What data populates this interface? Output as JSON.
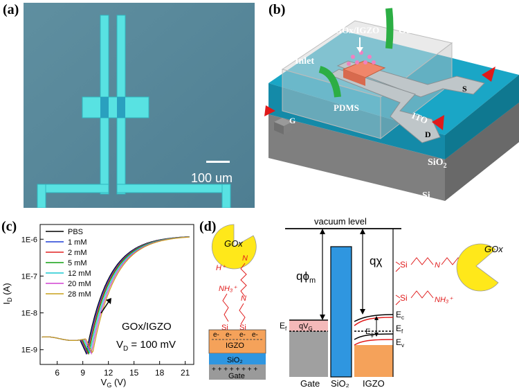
{
  "panels": {
    "a": {
      "label": "(a)",
      "scale_bar": "100 um"
    },
    "b": {
      "label": "(b)",
      "labels": {
        "outlet": "Outlet",
        "inlet": "Inlet",
        "gox_igzo": "GOx/IGZO",
        "pdms": "PDMS",
        "ito": "ITO",
        "sio2": "SiO",
        "sio2_sub": "2",
        "si": "Si",
        "g": "G",
        "s": "S",
        "d": "D"
      }
    },
    "c": {
      "label": "(c)",
      "annotation": "GOx/IGZO",
      "vd_label": "V",
      "vd_sub": "D",
      "vd_value": " = 100 mV"
    },
    "d": {
      "label": "(d)",
      "vacuum_level": "vacuum level",
      "q_phi": "qϕ",
      "q_phi_sub": "m",
      "q_chi": "qχ",
      "qvg": "qV",
      "qvg_sub": "G",
      "ef_left": "E",
      "ef_left_sub": "f",
      "ec": "E",
      "ec_sub": "c",
      "ef_right": "E",
      "ef_right_sub": "f",
      "eg": "E",
      "eg_sub": "g",
      "ev": "E",
      "ev_sub": "v",
      "bottom": [
        "Gate",
        "SiO₂",
        "IGZO"
      ],
      "stack": [
        "IGZO",
        "SiO₂",
        "Gate"
      ],
      "gox": "GOx",
      "h_plus": "H⁺",
      "nh3": "NH₃⁺",
      "si": "Si",
      "n": "N",
      "e_minus": "e-"
    }
  },
  "chart_data": {
    "type": "line",
    "title": "",
    "xlabel": "V_G (V)",
    "ylabel": "I_D (A)",
    "xlim": [
      4,
      22
    ],
    "ylim_log10": [
      -9.4,
      -5.6
    ],
    "log_y": true,
    "x_ticks": [
      6,
      9,
      12,
      15,
      18,
      21
    ],
    "y_ticks": [
      "1E-9",
      "1E-8",
      "1E-7",
      "1E-6"
    ],
    "legend_position": "top-left",
    "series": [
      {
        "name": "PBS",
        "color": "#000000",
        "shift": 0.0
      },
      {
        "name": "1 mM",
        "color": "#1f3fd6",
        "shift": 0.1
      },
      {
        "name": "2 mM",
        "color": "#e02020",
        "shift": 0.2
      },
      {
        "name": "5 mM",
        "color": "#12a012",
        "shift": 0.3
      },
      {
        "name": "12 mM",
        "color": "#18c8d0",
        "shift": 0.45
      },
      {
        "name": "20 mM",
        "color": "#d040d0",
        "shift": 0.6
      },
      {
        "name": "28 mM",
        "color": "#c9a018",
        "shift": 0.75
      }
    ]
  }
}
